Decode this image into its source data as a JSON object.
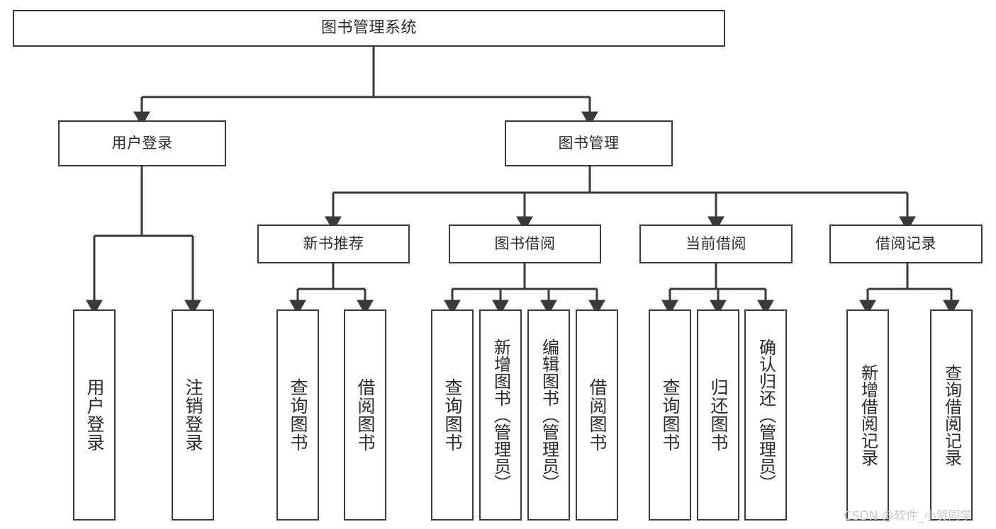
{
  "diagram": {
    "title": "图书管理系统",
    "type": "tree",
    "watermark": "CSDN @软件_小贺同学",
    "colors": {
      "box_border": "#3a3a3a",
      "box_fill": "#ffffff",
      "text": "#2b2b2b",
      "connector": "#3a3a3a",
      "watermark": "#c9c9c9",
      "background": "#ffffff"
    },
    "root": {
      "label": "图书管理系统"
    },
    "level2": [
      {
        "label": "用户登录"
      },
      {
        "label": "图书管理"
      }
    ],
    "level3": [
      {
        "label": "新书推荐"
      },
      {
        "label": "图书借阅"
      },
      {
        "label": "当前借阅"
      },
      {
        "label": "借阅记录"
      }
    ],
    "leaves": {
      "user_login": [
        {
          "label": "用户登录"
        },
        {
          "label": "注销登录"
        }
      ],
      "new_book": [
        {
          "label": "查询图书"
        },
        {
          "label": "借阅图书"
        }
      ],
      "book_borrow": [
        {
          "label": "查询图书"
        },
        {
          "label": "新增图书（管理员）"
        },
        {
          "label": "编辑图书（管理员）"
        },
        {
          "label": "借阅图书"
        }
      ],
      "current_borrow": [
        {
          "label": "查询图书"
        },
        {
          "label": "归还图书"
        },
        {
          "label": "确认归还（管理员）"
        }
      ],
      "borrow_record": [
        {
          "label": "新增借阅记录"
        },
        {
          "label": "查询借阅记录"
        }
      ]
    }
  }
}
